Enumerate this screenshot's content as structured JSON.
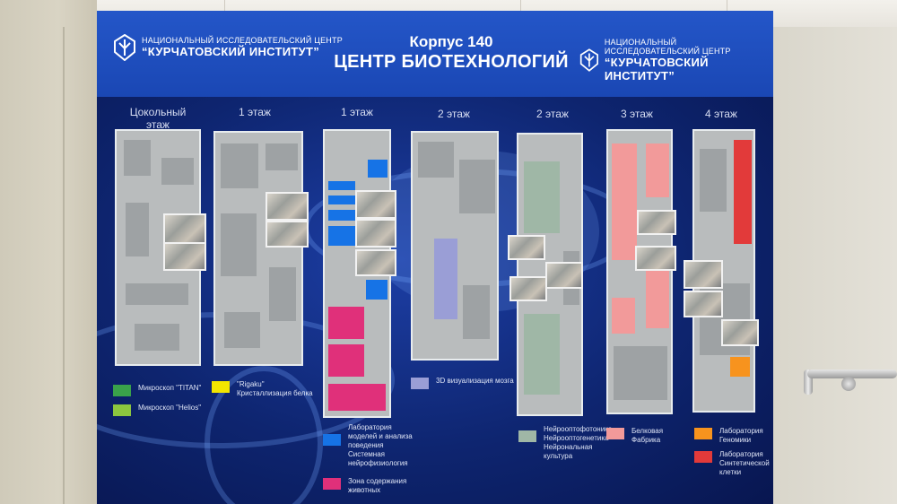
{
  "poster": {
    "logo_left": {
      "line1": "НАЦИОНАЛЬНЫЙ ИССЛЕДОВАТЕЛЬСКИЙ ЦЕНТР",
      "line2": "“КУРЧАТОВСКИЙ ИНСТИТУТ”"
    },
    "logo_right": {
      "line1": "НАЦИОНАЛЬНЫЙ ИССЛЕДОВАТЕЛЬСКИЙ ЦЕНТР",
      "line2": "“КУРЧАТОВСКИЙ ИНСТИТУТ”"
    },
    "title_line1": "Корпус 140",
    "title_line2": "ЦЕНТР БИОТЕХНОЛОГИЙ",
    "floors": [
      {
        "label": "Цокольный этаж"
      },
      {
        "label": "1 этаж"
      },
      {
        "label": "1 этаж"
      },
      {
        "label": "2 этаж"
      },
      {
        "label": "2 этаж"
      },
      {
        "label": "3 этаж"
      },
      {
        "label": "4 этаж"
      }
    ],
    "legend": [
      {
        "text": "Микроскоп \"TITAN\"",
        "color": "#3aa24a"
      },
      {
        "text": "Микроскоп \"Helios\"",
        "color": "#8cc63f"
      },
      {
        "text": "\"Rigaku\" Кристаллизация белка",
        "color": "#f2e600"
      },
      {
        "text": "Лаборатория моделей и анализа поведения Системная нейрофизиология",
        "color": "#1673e6"
      },
      {
        "text": "Зона содержания животных",
        "color": "#e0307a"
      },
      {
        "text": "3D визуализация мозга",
        "color": "#9a9ed6"
      },
      {
        "text": "Нейрооптофотоника Нейрооптогенетика Нейрональная культура",
        "color": "#9fb7a6"
      },
      {
        "text": "Белковая Фабрика",
        "color": "#f29a9a"
      },
      {
        "text": "Лаборатория Геномики",
        "color": "#f7931e"
      },
      {
        "text": "Лаборатория Синтетической клетки",
        "color": "#e23a3a"
      }
    ]
  }
}
